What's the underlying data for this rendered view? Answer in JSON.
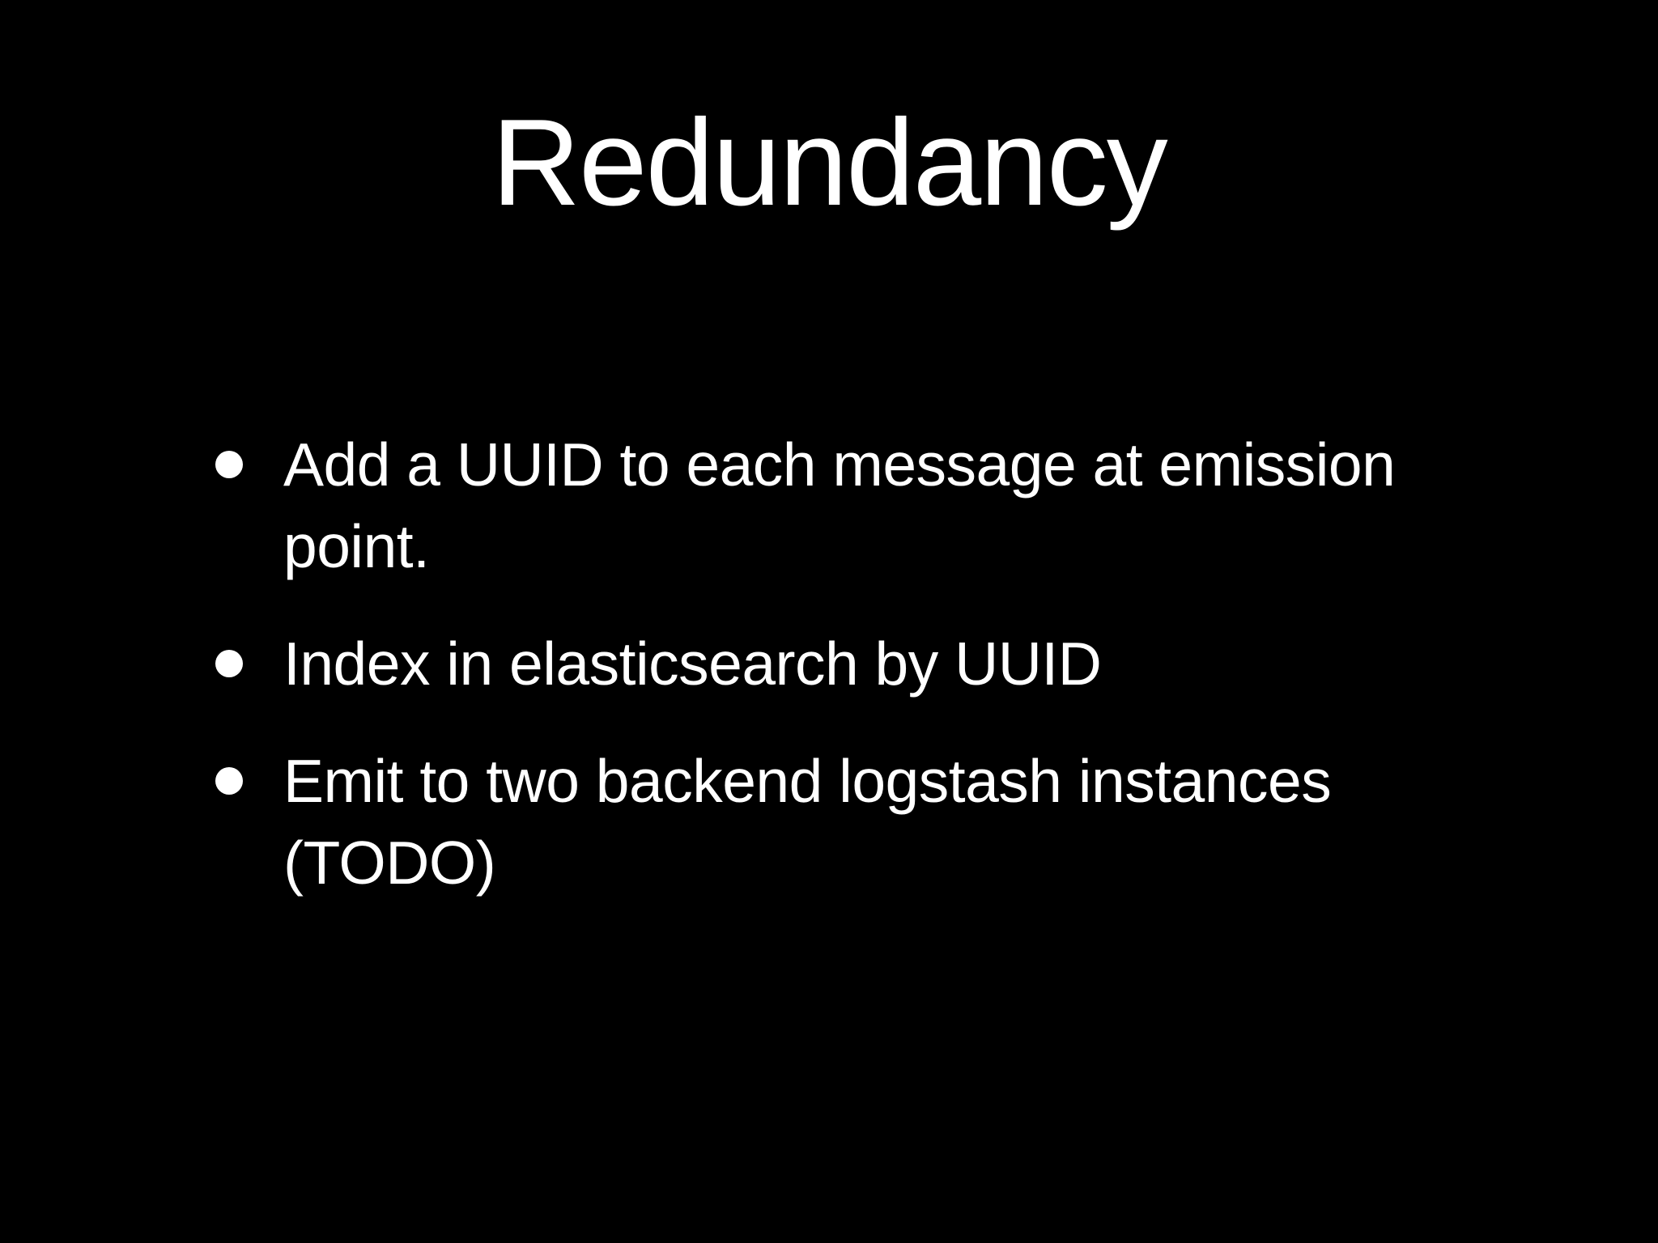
{
  "slide": {
    "title": "Redundancy",
    "background_color": "#000000",
    "text_color": "#ffffff",
    "bullets": [
      {
        "text": "Add a UUID to each message at emission point.",
        "lines": [
          "Add a UUID to each message at emission",
          "point."
        ]
      },
      {
        "text": "Index in elasticsearch by UUID",
        "lines": [
          "Index in elasticsearch by UUID"
        ]
      },
      {
        "text": "Emit to two backend logstash instances (TODO)",
        "lines": [
          "Emit to two backend logstash instances",
          "(TODO)"
        ]
      }
    ]
  }
}
